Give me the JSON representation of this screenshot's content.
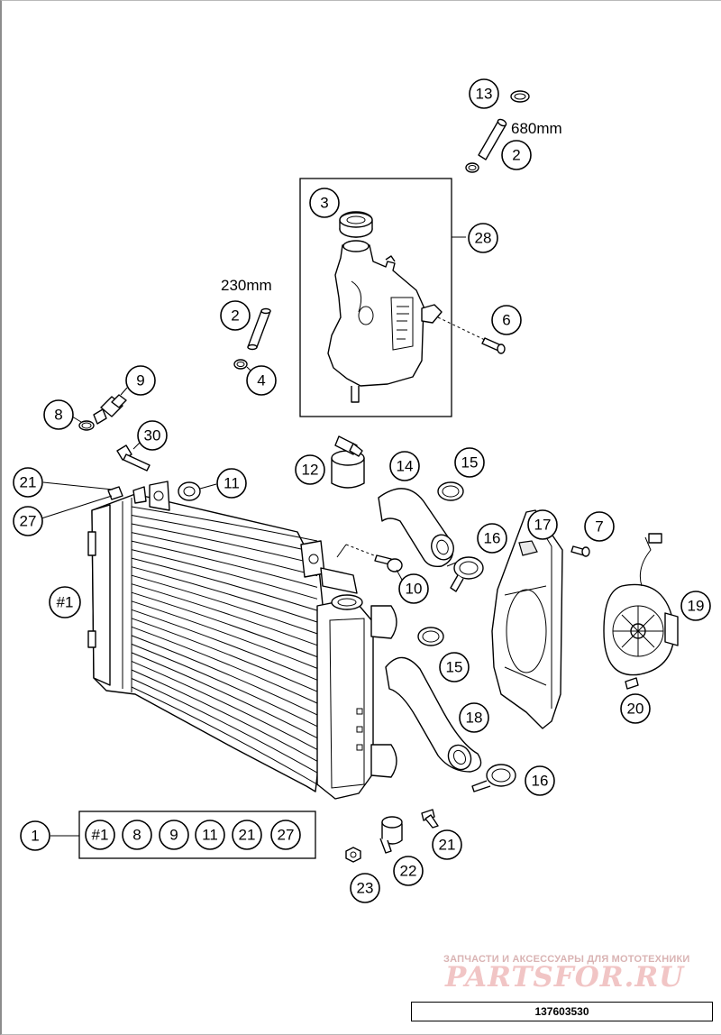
{
  "callouts": {
    "c13": "13",
    "c2a": "2",
    "c3": "3",
    "c28": "28",
    "c6": "6",
    "c2b": "2",
    "c4": "4",
    "c9": "9",
    "c8": "8",
    "c30": "30",
    "c12": "12",
    "c14": "14",
    "c15a": "15",
    "c21a": "21",
    "c11": "11",
    "c27a": "27",
    "c17": "17",
    "c7": "7",
    "c16a": "16",
    "c10": "10",
    "cH1": "#1",
    "c19": "19",
    "c15b": "15",
    "c20": "20",
    "c18": "18",
    "c16b": "16",
    "c1": "1",
    "c21b": "21",
    "c22": "22",
    "c23": "23"
  },
  "labels": {
    "hose_long": "680mm",
    "hose_short": "230mm"
  },
  "kit": {
    "items": [
      "#1",
      "8",
      "9",
      "11",
      "21",
      "27"
    ]
  },
  "watermark": {
    "tagline": "ЗАПЧАСТИ И АКСЕССУАРЫ ДЛЯ МОТОТЕХНИКИ",
    "logo": "PARTSFOR.RU"
  },
  "document_number": "137603530"
}
